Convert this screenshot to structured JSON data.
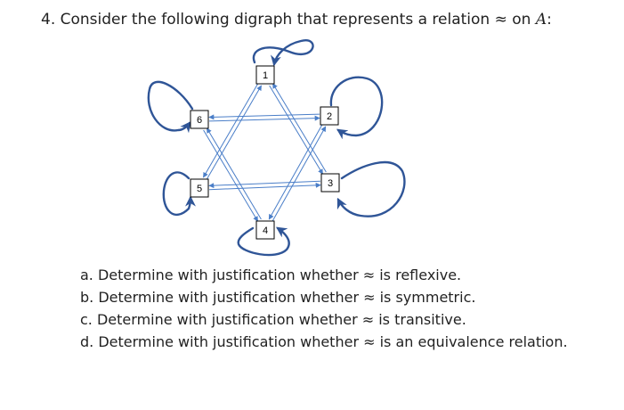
{
  "problem": {
    "number": "4.",
    "title_text": "Consider the following digraph that represents a relation ≈ on",
    "set_symbol": "A",
    "title_suffix": ":"
  },
  "digraph": {
    "nodes": [
      {
        "id": "1",
        "label": "1"
      },
      {
        "id": "2",
        "label": "2"
      },
      {
        "id": "3",
        "label": "3"
      },
      {
        "id": "4",
        "label": "4"
      },
      {
        "id": "5",
        "label": "5"
      },
      {
        "id": "6",
        "label": "6"
      }
    ],
    "edges": [
      [
        "1",
        "3"
      ],
      [
        "3",
        "1"
      ],
      [
        "1",
        "5"
      ],
      [
        "5",
        "1"
      ],
      [
        "2",
        "4"
      ],
      [
        "4",
        "2"
      ],
      [
        "6",
        "2"
      ],
      [
        "2",
        "6"
      ],
      [
        "3",
        "5"
      ],
      [
        "5",
        "3"
      ],
      [
        "6",
        "4"
      ],
      [
        "4",
        "6"
      ]
    ],
    "self_loops": [
      "1",
      "2",
      "3",
      "4",
      "5",
      "6"
    ],
    "edge_color": "#4a7ec8",
    "loop_color": "#2f5597"
  },
  "questions": [
    {
      "label": "a.",
      "text": "Determine with justification whether ≈ is reflexive."
    },
    {
      "label": "b.",
      "text": "Determine with justification whether ≈ is symmetric."
    },
    {
      "label": "c.",
      "text": "Determine with justification whether ≈ is transitive."
    },
    {
      "label": "d.",
      "text": "Determine with justification whether ≈ is an equivalence relation."
    }
  ]
}
